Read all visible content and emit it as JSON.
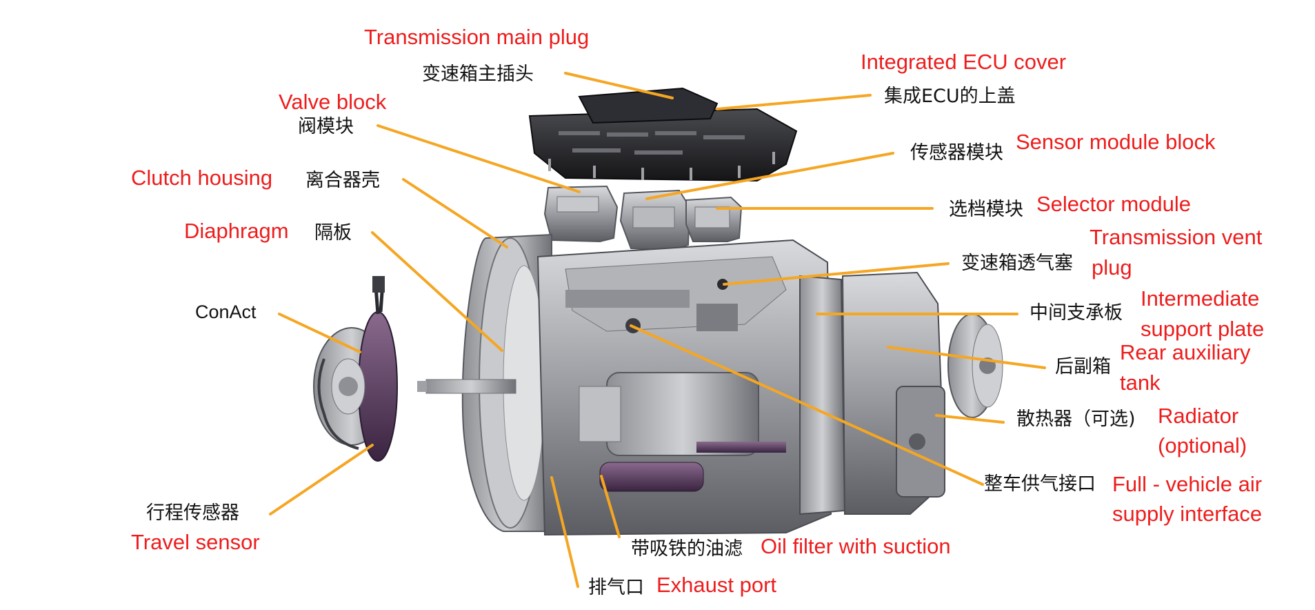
{
  "colors": {
    "leader": "#f5a623",
    "english": "#ee1c1c",
    "chinese": "#111111"
  },
  "labels": {
    "main_plug": {
      "en": "Transmission main plug",
      "cn": "变速箱主插头"
    },
    "ecu_cover": {
      "en": "Integrated ECU cover",
      "cn": "集成ECU的上盖"
    },
    "valve_block": {
      "en": "Valve block",
      "cn": "阀模块"
    },
    "sensor_module": {
      "en": "Sensor module block",
      "cn": "传感器模块"
    },
    "clutch_housing": {
      "en": "Clutch housing",
      "cn": "离合器壳"
    },
    "selector_module": {
      "en": "Selector module",
      "cn": "选档模块"
    },
    "diaphragm": {
      "en": "Diaphragm",
      "cn": "隔板"
    },
    "vent_plug": {
      "en_line1": "Transmission vent",
      "en_line2": "plug",
      "cn": "变速箱透气塞"
    },
    "conact": {
      "text": "ConAct"
    },
    "intermediate_plate": {
      "en_line1": "Intermediate",
      "en_line2": "support plate",
      "cn": "中间支承板"
    },
    "rear_aux": {
      "en_line1": "Rear auxiliary",
      "en_line2": "tank",
      "cn": "后副箱"
    },
    "radiator": {
      "en_line1": "Radiator",
      "en_line2": "(optional)",
      "cn": "散热器（可选)"
    },
    "air_supply": {
      "en_line1": "Full - vehicle air",
      "en_line2": "supply interface",
      "cn": "整车供气接口"
    },
    "travel_sensor": {
      "en": "Travel sensor",
      "cn": "行程传感器"
    },
    "oil_filter": {
      "en": "Oil filter with suction",
      "cn": "带吸铁的油滤"
    },
    "exhaust": {
      "en": "Exhaust port",
      "cn": "排气口"
    }
  }
}
